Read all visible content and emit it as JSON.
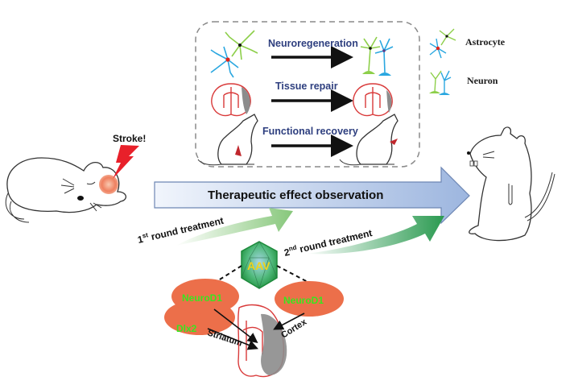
{
  "figure": {
    "stroke_label": "Stroke!",
    "main_arrow_label": "Therapeutic effect observation",
    "round1": {
      "number": "1",
      "suffix": "st",
      "text": " round treatment"
    },
    "round2": {
      "number": "2",
      "suffix": "nd",
      "text": " round treatment"
    },
    "outcomes": [
      {
        "label": "Neuroregeneration",
        "icon": "cell-conversion-icon"
      },
      {
        "label": "Tissue repair",
        "icon": "brain-section-icon"
      },
      {
        "label": "Functional recovery",
        "icon": "rat-forelimb-icon"
      }
    ],
    "legend": [
      {
        "label": "Astrocyte",
        "icon": "astrocyte-icon"
      },
      {
        "label": "Neuron",
        "icon": "neuron-icon"
      }
    ],
    "vector": {
      "label": "AAV"
    },
    "factors": [
      {
        "label": "NeuroD1",
        "target": "Striatum"
      },
      {
        "label": "Dlx2",
        "target": "Striatum"
      },
      {
        "label": "NeuroD1",
        "target": "Cortex"
      }
    ],
    "regions": {
      "striatum": "Striatum",
      "cortex": "Cortex"
    },
    "colors": {
      "outcome_text": "#2e3f7f",
      "arrow_fill_start": "#eef3fb",
      "arrow_fill_end": "#9fb7df",
      "round1_arrow": "#8cc97a",
      "round2_arrow": "#2f9e55",
      "aav_hex": "#2fa84f",
      "factor_ellipse": "#ec6f4a",
      "factor_text": "#38e61f",
      "lesion": "#8c8c8c",
      "brain_outline": "#d93a3a",
      "stroke_bolt": "#e8202a"
    }
  }
}
